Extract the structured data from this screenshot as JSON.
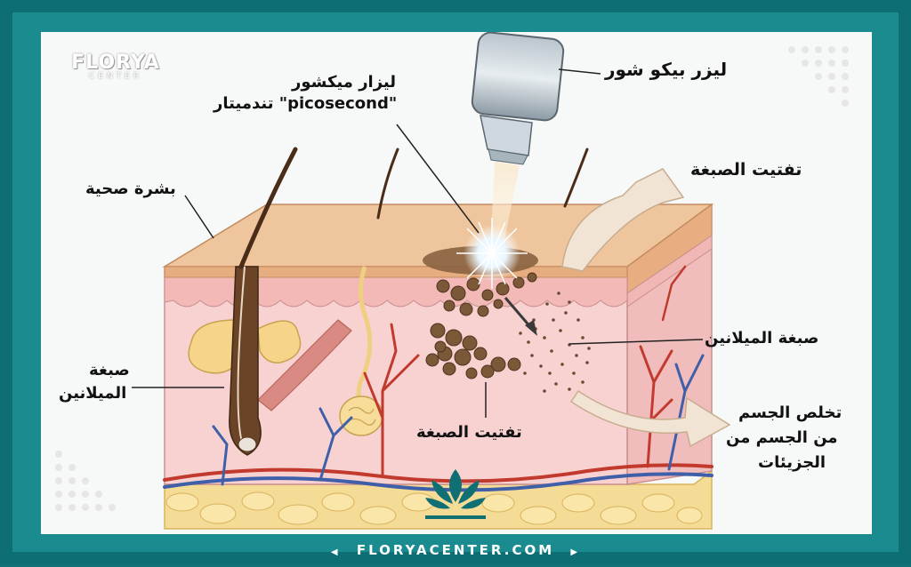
{
  "brand": {
    "name": "FLORYA",
    "subtitle": "CENTER",
    "website": "FLORYACENTER.COM"
  },
  "labels": {
    "pico_laser": "ليزر بيكو شور",
    "micro_laser_line1": "ليزار ميكشور",
    "micro_laser_line2": "\"picosecond\" تندميتار",
    "healthy_skin": "بشرة صحية",
    "melanin_left_line1": "صبغة",
    "melanin_left_line2": "الميلانين",
    "pigment_breakup_top": "تفتيت الصبغة",
    "melanin_right": "صبغة الميلانين",
    "pigment_breakup_bottom": "تفتيت الصبغة",
    "elimination_line1": "تخلص الجسم",
    "elimination_line2": "من الجسم من",
    "elimination_line3": "الجزيئات"
  },
  "colors": {
    "frame": "#0d6f74",
    "frame_light": "#1a8c90",
    "epidermis": "#e9b98c",
    "dermis": "#f6c9c8",
    "fat": "#f3d98e",
    "hair": "#5a3a22",
    "pigment": "#7a5838",
    "artery": "#c23a2e",
    "vein": "#3f5fa8"
  }
}
